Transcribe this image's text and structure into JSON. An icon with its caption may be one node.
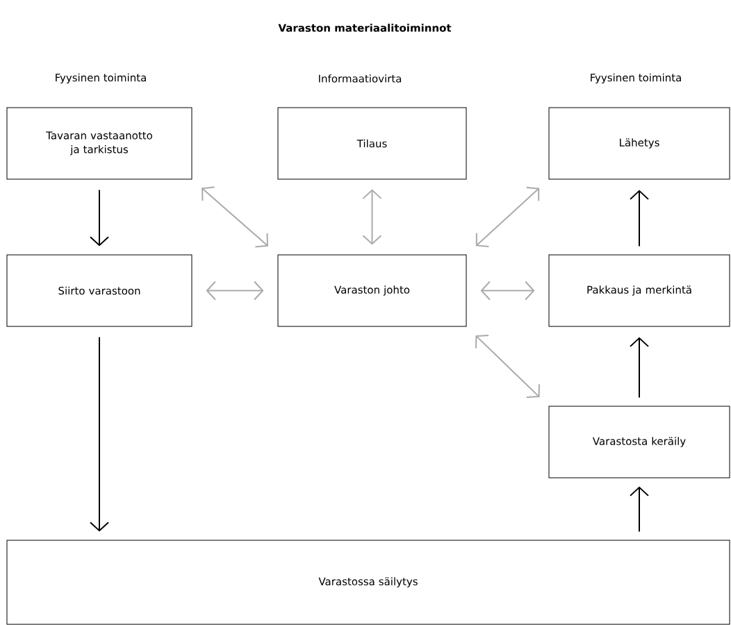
{
  "diagram": {
    "title": "Varaston materiaalitoiminnot",
    "nodes": [
      {
        "text": [
          "Tavaran vastaanotto ja tarkistus"
        ]
      },
      {
        "text": [
          "Tilaus"
        ]
      },
      {
        "text": [
          "Lähetys"
        ]
      },
      {
        "text": [
          "Siirto varastoon"
        ]
      },
      {
        "text": [
          "Varaston johto"
        ]
      },
      {
        "text": [
          "Pakkaus ja merkintä"
        ]
      },
      {
        "text": [
          "Varastosta keräily"
        ]
      },
      {
        "text": [
          "Varastossa säilytys"
        ]
      }
    ],
    "edges": [
      {
        "from": 0,
        "to": 3,
        "arrow": "to",
        "color": "#000000"
      },
      {
        "from": 3,
        "to": 7,
        "arrow": "to",
        "color": "#000000"
      },
      {
        "from": 7,
        "to": 6,
        "arrow": "to",
        "color": "#000000"
      },
      {
        "from": 6,
        "to": 5,
        "arrow": "to",
        "color": "#000000"
      },
      {
        "from": 5,
        "to": 2,
        "arrow": "to",
        "color": "#000000"
      },
      {
        "from": 0,
        "to": 4,
        "arrow": "both"
      },
      {
        "from": 1,
        "to": 4,
        "arrow": "both"
      },
      {
        "from": 2,
        "to": 4,
        "arrow": "both"
      },
      {
        "from": 3,
        "to": 4,
        "arrow": "both"
      },
      {
        "from": 4,
        "to": 5,
        "arrow": "both"
      },
      {
        "from": 4,
        "to": 6,
        "arrow": "both"
      }
    ],
    "labels": [
      "Fyysinen toiminta",
      "Informaatiovirta",
      "Fyysinen toiminta"
    ]
  }
}
